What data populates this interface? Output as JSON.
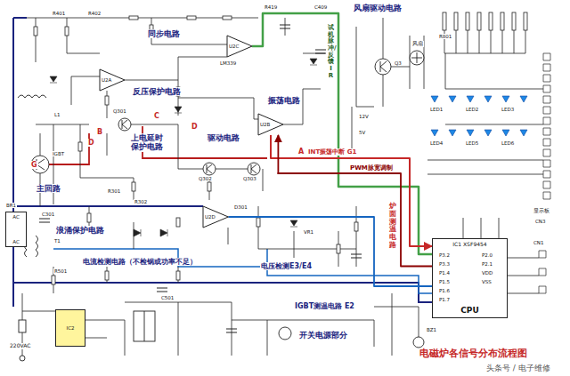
{
  "diagram": {
    "title": "电磁炉各信号分布流程图",
    "nodes": [
      {
        "text": [
          "IC1 XSF9454",
          "CPU"
        ]
      },
      {
        "text": [
          "U2C"
        ]
      },
      {
        "text": [
          "U2A"
        ]
      },
      {
        "text": [
          "U2B"
        ]
      },
      {
        "text": [
          "U2D"
        ]
      },
      {
        "text": [
          "AC",
          "AC"
        ]
      },
      {
        "text": [
          "IC2"
        ]
      }
    ],
    "edges": [
      {
        "from": 1,
        "to": 0,
        "arrow": "none",
        "label": "试机脉冲/反馈IR"
      },
      {
        "from": 3,
        "to": 0,
        "arrow": "to",
        "label": "INT振荡中断 G1"
      },
      {
        "from": 0,
        "to": 3,
        "arrow": "to",
        "label": "PWM脉宽调制"
      },
      {
        "from": 4,
        "to": 0,
        "arrow": "none"
      }
    ],
    "labels": [
      "同步电路",
      "振荡电路",
      "风扇驱动电路",
      "反压保护电路",
      "驱动电路",
      "上电延时保护电路",
      "主回路",
      "浪涌保护电路",
      "电流检测电路（不检锅或功率不足）",
      "电压检测E3/E4",
      "IGBT测温电路 E2",
      "开关电源部分",
      "炉面测温电路",
      "头条号 / 电子维修",
      "220VAC",
      "显示板",
      "风扇",
      "A",
      "B",
      "C",
      "D",
      "D",
      "G",
      "R401",
      "R402",
      "R419",
      "C409",
      "LM339",
      "Q3",
      "Q301",
      "Q302",
      "Q303",
      "IGBT",
      "BR1",
      "L1",
      "C301",
      "R301",
      "R302",
      "D301",
      "VR1",
      "C501",
      "T1",
      "LED1",
      "LED2",
      "LED3",
      "LED4",
      "LED5",
      "LED6",
      "R801",
      "CN3",
      "12V",
      "5V",
      "P3.2",
      "P3.3",
      "P1.4",
      "P1.5",
      "P1.6",
      "P1.7",
      "P2.0",
      "P2.1",
      "VDD",
      "VSS",
      "CN1",
      "BZ1",
      "R501"
    ]
  }
}
